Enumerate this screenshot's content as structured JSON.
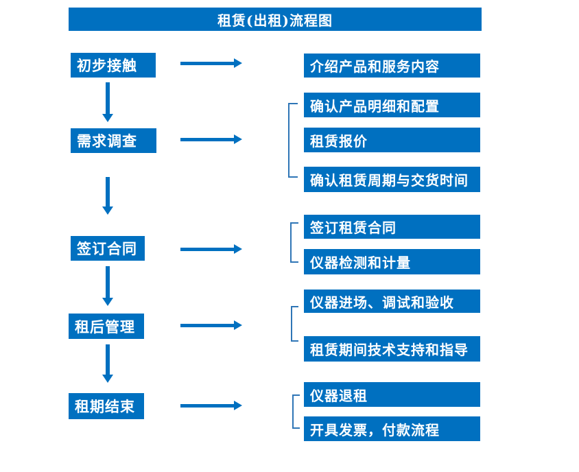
{
  "title": "租赁(出租)流程图",
  "colors": {
    "primary": "#0070C0",
    "bracket": "#2E75B6",
    "box_text": "#FFFFFF",
    "background": "#FFFFFF"
  },
  "stages": [
    {
      "label": "初步接触",
      "details": [
        "介绍产品和服务内容"
      ]
    },
    {
      "label": "需求调查",
      "details": [
        "确认产品明细和配置",
        "租赁报价",
        "确认租赁周期与交货时间"
      ]
    },
    {
      "label": "签订合同",
      "details": [
        "签订租赁合同",
        "仪器检测和计量"
      ]
    },
    {
      "label": "租后管理",
      "details": [
        "仪器进场、调试和验收",
        "租赁期间技术支持和指导"
      ]
    },
    {
      "label": "租期结束",
      "details": [
        "仪器退租",
        "开具发票，付款流程"
      ]
    }
  ]
}
